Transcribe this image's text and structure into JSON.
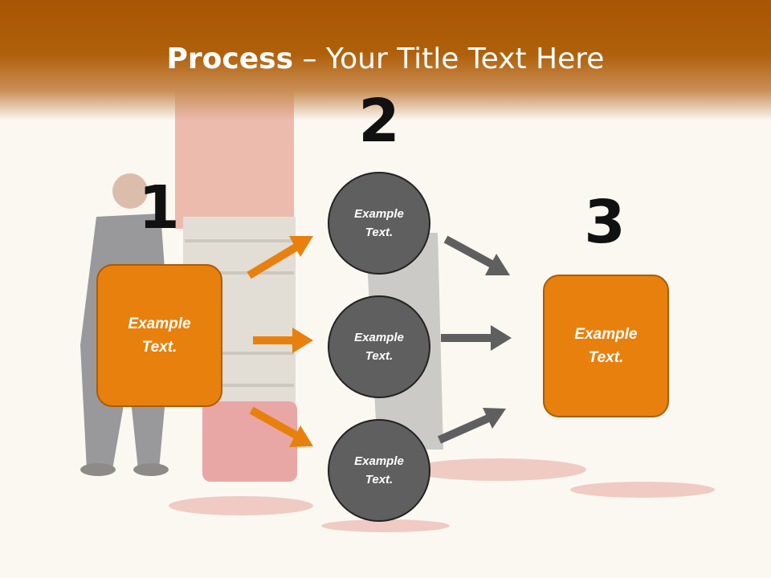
{
  "slide": {
    "title_bold": "Process",
    "title_rest": " – Your Title Text Here",
    "steps": {
      "one": "1",
      "two": "2",
      "three": "3"
    },
    "box_left": "Example\nText.",
    "box_right": "Example\nText.",
    "circles": [
      "Example\nText.",
      "Example\nText.",
      "Example\nText."
    ],
    "colors": {
      "banner": "#a85505",
      "orange": "#e8800e",
      "grey": "#5f5f5f",
      "arrow_orange": "#e8800e",
      "arrow_grey": "#5f5f5f"
    }
  }
}
